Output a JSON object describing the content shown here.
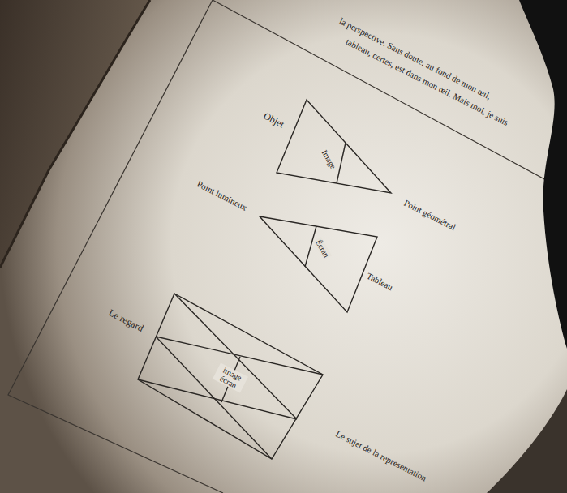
{
  "diagram": {
    "labels": [
      "la perspective. Sans doute, au fond de mon œil,",
      "tableau, certes, est dans mon œil. Mais moi, je suis",
      "Objet",
      "Image",
      "Point géométral",
      "Point lumineux",
      "Écran",
      "Tableau",
      "Le regard",
      "image écran",
      "Le sujet de la représentation"
    ]
  }
}
